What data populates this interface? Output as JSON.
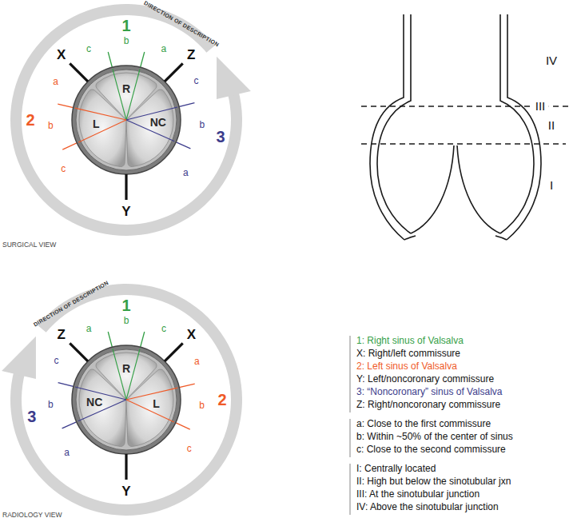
{
  "diagram": {
    "nodes": [
      {
        "text": [
          "R"
        ]
      },
      {
        "text": [
          "L"
        ]
      },
      {
        "text": [
          "NC"
        ]
      },
      {
        "text": [
          "R"
        ]
      },
      {
        "text": [
          "NC"
        ]
      },
      {
        "text": [
          "L"
        ]
      }
    ],
    "labels": [
      "DIRECTION OF DESCRIPTION",
      "1",
      "b",
      "c",
      "a",
      "X",
      "Z",
      "2",
      "a",
      "b",
      "c",
      "3",
      "c",
      "b",
      "a",
      "Y",
      "SURGICAL VIEW",
      "IV",
      "III",
      "II",
      "I",
      "DIRECTION OF DESCRIPTION",
      "1",
      "b",
      "a",
      "c",
      "Z",
      "X",
      "3",
      "c",
      "b",
      "a",
      "2",
      "a",
      "b",
      "c",
      "Y",
      "RADIOLOGY VIEW",
      "1: Right sinus of Valsalva",
      "X: Right/left commissure",
      "2: Left sinus of Valsalva",
      "Y: Left/noncoronary commissure",
      "3: “Noncoronary” sinus of Valsalva",
      "Z: Right/noncoronary commissure",
      "a: Close to the first commissure",
      "b: Within ~50% of the center of sinus",
      "c: Close to the second commissure",
      "I: Centrally located",
      "II: High but below the sinotubular jxn",
      "III: At the sinotubular junction",
      "IV: Above the sinotubular junction"
    ]
  }
}
